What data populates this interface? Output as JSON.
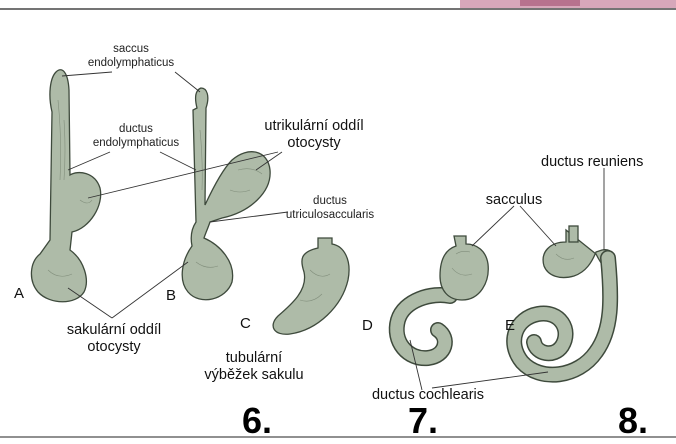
{
  "labels": {
    "saccus": [
      "saccus",
      "endolymphaticus"
    ],
    "ductus_endo": [
      "ductus",
      "endolymphaticus"
    ],
    "utrikularni": [
      "utrikulární oddíl",
      "otocysty"
    ],
    "ductus_utric": [
      "ductus",
      "utriculosaccularis"
    ],
    "ductus_reuniens": "ductus reuniens",
    "sacculus": "sacculus",
    "sakularni": [
      "sakulární oddíl",
      "otocysty"
    ],
    "tubularni": [
      "tubulární",
      "výběžek sakulu"
    ],
    "ductus_cochlearis": "ductus cochlearis"
  },
  "stage_letters": {
    "a": "A",
    "b": "B",
    "c": "C",
    "d": "D",
    "e": "E"
  },
  "slide_numbers": {
    "n6": "6.",
    "n7": "7.",
    "n8": "8."
  },
  "colors": {
    "organ_fill": "#aebba8",
    "organ_stroke": "#3e4a3c",
    "banner": "#c98aa3"
  }
}
